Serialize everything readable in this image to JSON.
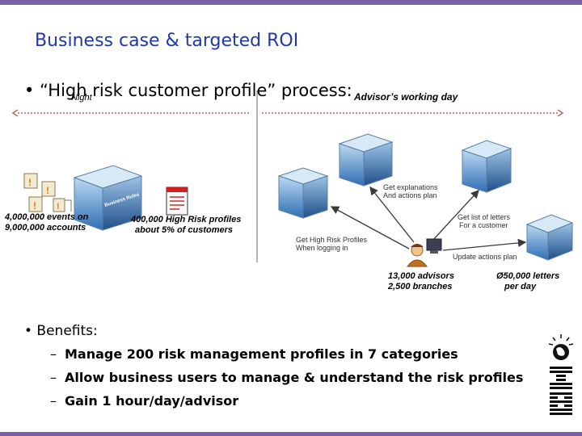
{
  "title": "Business case & targeted ROI",
  "bullet1": {
    "text": "• “High risk customer profile” process:",
    "overlay": "Night"
  },
  "advisor_day": "Advisor’s working day",
  "labels": {
    "events_line1": "4,000,000 events on",
    "events_line2": "9,000,000 accounts",
    "profiles_line1": "400,000 High Risk profiles",
    "profiles_line2": "about 5% of customers",
    "advisors_line1": "13,000 advisors",
    "advisors_line2": "2,500 branches",
    "letters_line1": "Ø50,000 letters",
    "letters_line2": "per day"
  },
  "arrows": {
    "explanations_line1": "Get explanations",
    "explanations_line2": "And actions plan",
    "letters_line1": "Get list of letters",
    "letters_line2": "For a customer",
    "profiles_line1": "Get High Risk Profiles",
    "profiles_line2": "When logging in",
    "update": "Update actions plan"
  },
  "benefits": {
    "head": "• Benefits:",
    "items": [
      "Manage 200 risk management profiles in 7 categories",
      "Allow business users to manage & understand the risk profiles",
      "Gain 1 hour/day/advisor"
    ]
  },
  "colors": {
    "title": "#1f3aa6",
    "accent_bar": "#7b5ea8",
    "server": "#3a7fc0",
    "dotted": "#c06060"
  }
}
